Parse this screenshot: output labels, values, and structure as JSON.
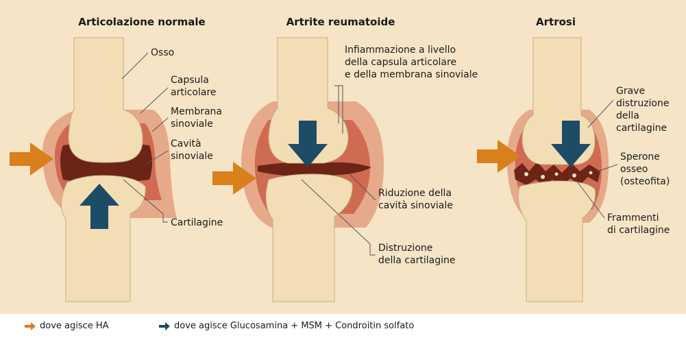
{
  "colors": {
    "background": "#f5e4c6",
    "bone": "#f2ddb5",
    "capsule": "#e6a98a",
    "membrane": "#cf6b52",
    "cavity": "#6b2416",
    "ha_arrow": "#d97f1c",
    "glucosamine_arrow": "#1e4c66"
  },
  "panels": [
    {
      "title": "Articolazione normale",
      "labels": {
        "osso": "Osso",
        "capsula": [
          "Capsula",
          "articolare"
        ],
        "membrana": [
          "Membrana",
          "sinoviale"
        ],
        "cavita": [
          "Cavità",
          "sinoviale"
        ],
        "cartilagine": "Cartilagine"
      }
    },
    {
      "title": "Artrite reumatoide",
      "labels": {
        "infiammazione": [
          "Infiammazione a livello",
          "della capsula articolare",
          "e della membrana sinoviale"
        ],
        "riduzione": [
          "Riduzione della",
          "cavità sinoviale"
        ],
        "distruzione": [
          "Distruzione",
          "della cartilagine"
        ]
      }
    },
    {
      "title": "Artrosi",
      "labels": {
        "grave": [
          "Grave",
          "distruzione",
          "della",
          "cartilagine"
        ],
        "sperone": [
          "Sperone",
          "osseo",
          "(osteofita)"
        ],
        "frammenti": [
          "Frammenti",
          "di cartilagine"
        ]
      }
    }
  ],
  "legend": {
    "ha": "dove agisce HA",
    "glucosamina": "dove agisce Glucosamina + MSM + Condroitin solfato"
  }
}
